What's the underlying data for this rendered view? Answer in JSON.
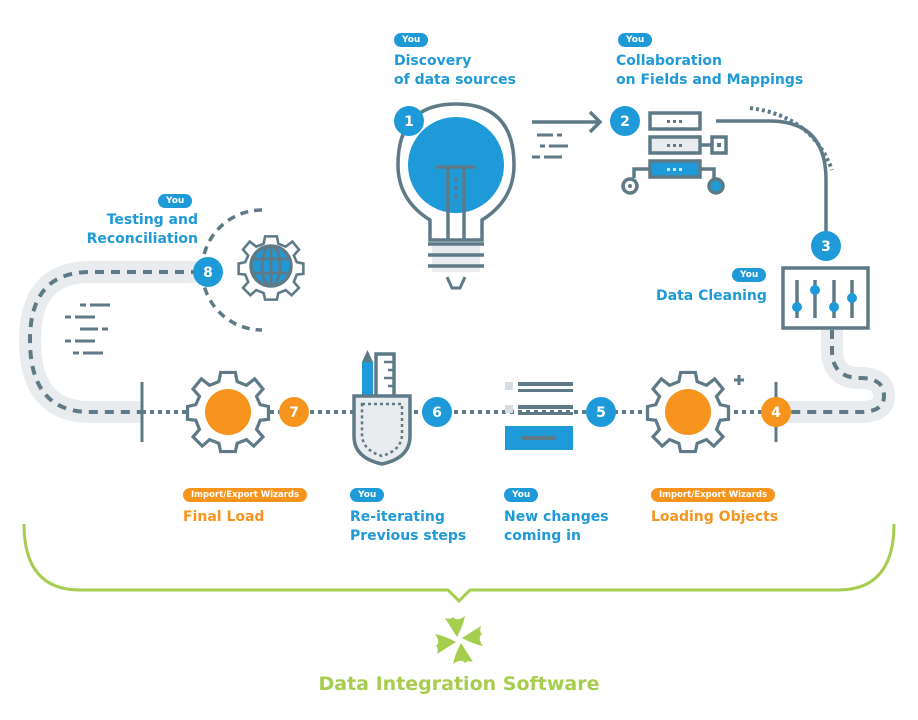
{
  "colors": {
    "blue": "#1f9ad9",
    "orange": "#f7941d",
    "slate": "#5f7a87",
    "road": "#e8ecef",
    "green": "#a6ce4e"
  },
  "steps": [
    {
      "number": "1",
      "badge": "You",
      "title_lines": [
        "Discovery",
        "of data sources"
      ],
      "icon": "lightbulb-icon",
      "actor_color": "blue"
    },
    {
      "number": "2",
      "badge": "You",
      "title_lines": [
        "Collaboration",
        "on Fields and Mappings"
      ],
      "icon": "server-network-icon",
      "actor_color": "blue"
    },
    {
      "number": "3",
      "badge": "You",
      "title_lines": [
        "Data Cleaning"
      ],
      "icon": "sliders-icon",
      "actor_color": "blue"
    },
    {
      "number": "4",
      "badge": "Import/Export Wizards",
      "title_lines": [
        "Loading Objects"
      ],
      "icon": "gear-plus-icon",
      "actor_color": "orange"
    },
    {
      "number": "5",
      "badge": "You",
      "title_lines": [
        "New changes",
        "coming in"
      ],
      "icon": "form-list-icon",
      "actor_color": "blue"
    },
    {
      "number": "6",
      "badge": "You",
      "title_lines": [
        "Re-iterating",
        "Previous steps"
      ],
      "icon": "pocket-tools-icon",
      "actor_color": "blue"
    },
    {
      "number": "7",
      "badge": "Import/Export Wizards",
      "title_lines": [
        "Final Load"
      ],
      "icon": "gear-icon",
      "actor_color": "orange"
    },
    {
      "number": "8",
      "badge": "You",
      "title_lines": [
        "Testing and",
        "Reconciliation"
      ],
      "icon": "globe-gear-icon",
      "actor_color": "blue"
    }
  ],
  "footer": {
    "logo": "clover-logo-icon",
    "title": "Data Integration Software"
  }
}
